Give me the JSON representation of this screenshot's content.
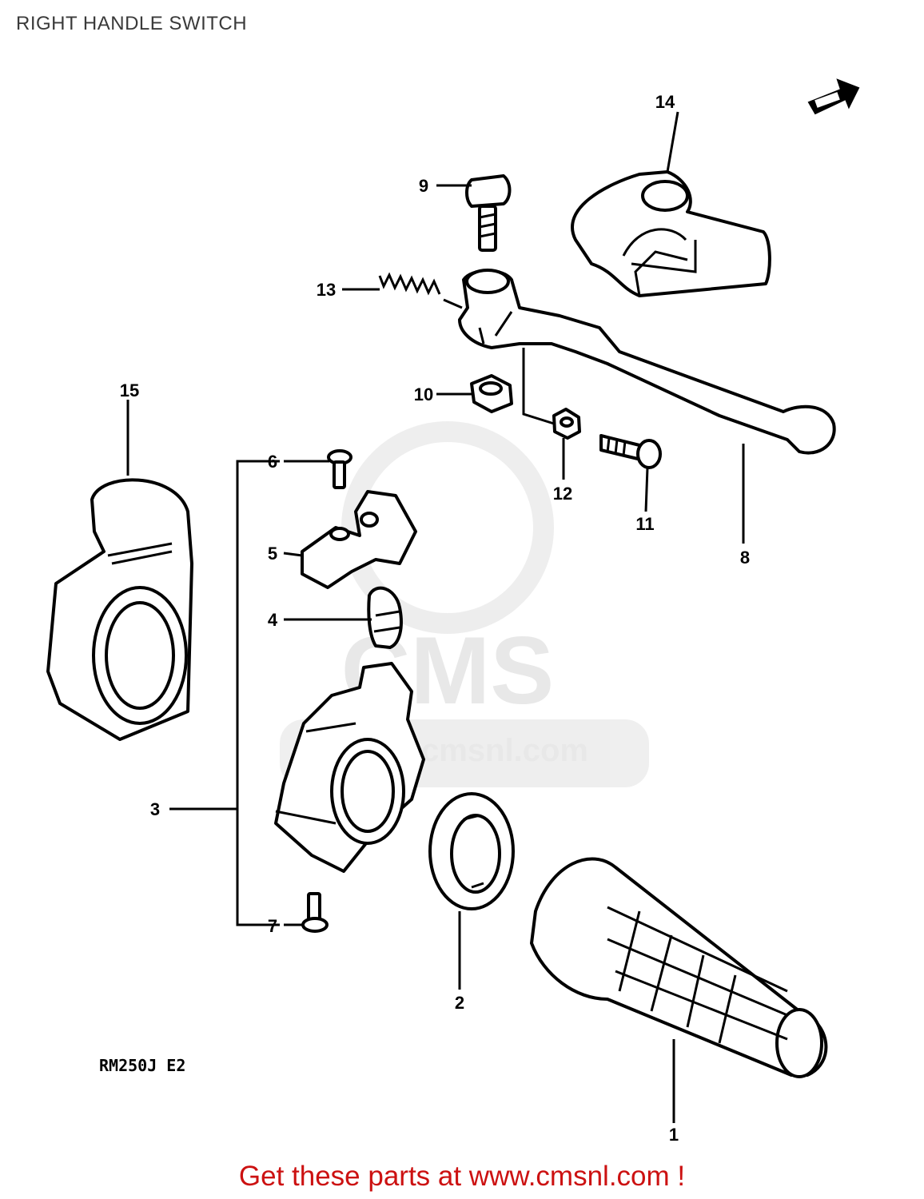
{
  "title": "RIGHT HANDLE SWITCH",
  "model_code": "RM250J E2",
  "watermark": {
    "brand": "CMS",
    "url": "www.cmsnl.com"
  },
  "footer": "Get these parts at www.cmsnl.com !",
  "footer_color": "#cc1111",
  "parts": [
    {
      "label": "1"
    },
    {
      "label": "2"
    },
    {
      "label": "3"
    },
    {
      "label": "4"
    },
    {
      "label": "5"
    },
    {
      "label": "6"
    },
    {
      "label": "7"
    },
    {
      "label": "8"
    },
    {
      "label": "9"
    },
    {
      "label": "10"
    },
    {
      "label": "11"
    },
    {
      "label": "12"
    },
    {
      "label": "13"
    },
    {
      "label": "14"
    },
    {
      "label": "15"
    }
  ],
  "icons": [
    "direction-arrow-icon"
  ]
}
